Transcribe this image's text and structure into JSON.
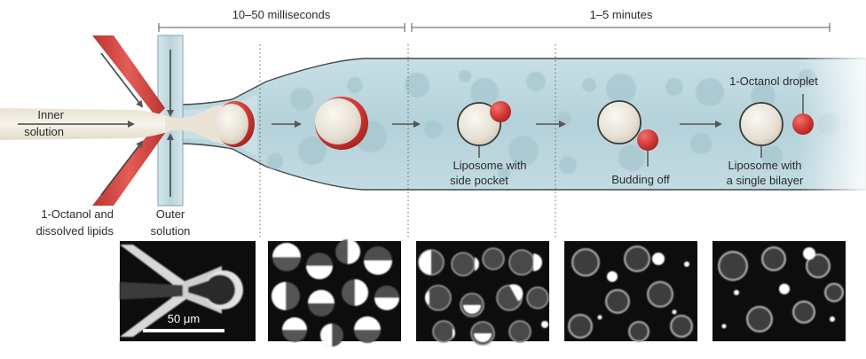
{
  "timescales": {
    "first": "10–50 milliseconds",
    "second": "1–5 minutes"
  },
  "labels": {
    "inner_solution_line1": "Inner",
    "inner_solution_line2": "solution",
    "octanol_lipids_line1": "1-Octanol and",
    "octanol_lipids_line2": "dissolved lipids",
    "outer_solution_line1": "Outer",
    "outer_solution_line2": "solution",
    "side_pocket_line1": "Liposome with",
    "side_pocket_line2": "side pocket",
    "budding_off": "Budding off",
    "octanol_droplet": "1-Octanol droplet",
    "single_bilayer_line1": "Liposome with",
    "single_bilayer_line2": "a single bilayer"
  },
  "scale_bar": {
    "label": "50 μm"
  },
  "colors": {
    "channel_fill": "#bcd7de",
    "bubble_fill": "#a6c6cf",
    "lipid_red": "#d33a36",
    "droplet_cream": "#ece6da",
    "arrow": "#555555",
    "text": "#2b2b2b",
    "panel_bg": "#0d0d0d"
  }
}
